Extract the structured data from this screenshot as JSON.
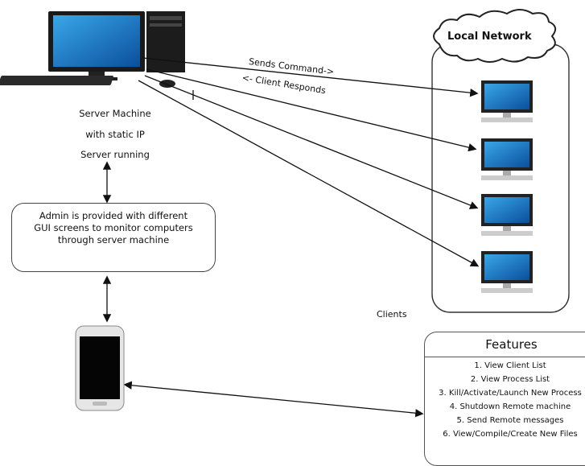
{
  "network": {
    "title": "Local Network"
  },
  "server": {
    "lines": [
      "Server Machine",
      "with static IP",
      "Server running"
    ]
  },
  "links": {
    "command_label": "Sends Command->",
    "response_label": "<- Client Responds"
  },
  "admin": {
    "text": "Admin is provided with different GUI screens to monitor computers through server machine"
  },
  "clients": {
    "label": "Clients"
  },
  "features": {
    "title": "Features",
    "items": [
      "1. View Client List",
      "2. View Process List",
      "3. Kill/Activate/Launch New Process",
      "4. Shutdown Remote machine",
      "5. Send Remote messages",
      "6. View/Compile/Create New Files"
    ]
  }
}
